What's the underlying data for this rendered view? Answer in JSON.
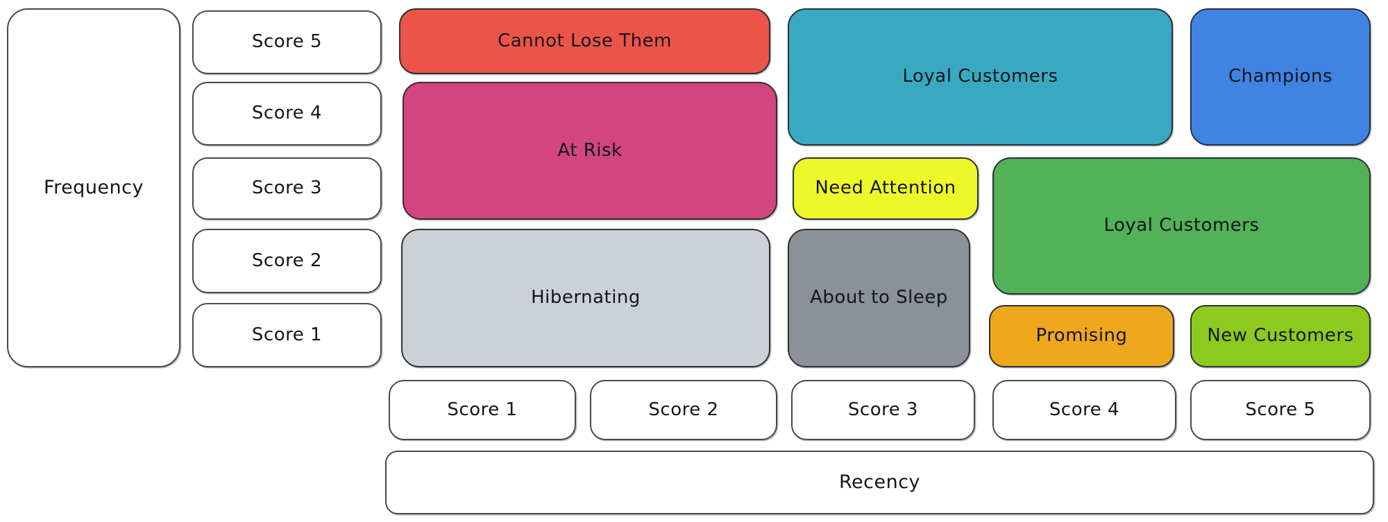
{
  "diagram": {
    "type": "rfm-segmentation-grid",
    "y_axis": {
      "label": "Frequency",
      "scores": [
        "Score 5",
        "Score 4",
        "Score 3",
        "Score 2",
        "Score 1"
      ]
    },
    "x_axis": {
      "label": "Recency",
      "scores": [
        "Score 1",
        "Score 2",
        "Score 3",
        "Score 4",
        "Score 5"
      ]
    },
    "segments": [
      {
        "label": "Cannot Lose Them",
        "color": "#ec5449",
        "frequency_scores": "5",
        "recency_scores": "1-2"
      },
      {
        "label": "At Risk",
        "color": "#d24580",
        "frequency_scores": "3-4",
        "recency_scores": "1-2"
      },
      {
        "label": "Hibernating",
        "color": "#ccd1d8",
        "frequency_scores": "1-2",
        "recency_scores": "1-2"
      },
      {
        "label": "Loyal Customers",
        "color": "#39a9c1",
        "frequency_scores": "4-5",
        "recency_scores": "3-4"
      },
      {
        "label": "Champions",
        "color": "#3f84e3",
        "frequency_scores": "4-5",
        "recency_scores": "5"
      },
      {
        "label": "Need Attention",
        "color": "#edf829",
        "frequency_scores": "3",
        "recency_scores": "3"
      },
      {
        "label": "Loyal Customers",
        "color": "#52b257",
        "frequency_scores": "2-3",
        "recency_scores": "4-5"
      },
      {
        "label": "About to Sleep",
        "color": "#8b9197",
        "frequency_scores": "1-2",
        "recency_scores": "3"
      },
      {
        "label": "Promising",
        "color": "#efa71e",
        "frequency_scores": "1",
        "recency_scores": "4"
      },
      {
        "label": "New Customers",
        "color": "#8dc91f",
        "frequency_scores": "1",
        "recency_scores": "5"
      }
    ],
    "text_color": "#12151b"
  }
}
